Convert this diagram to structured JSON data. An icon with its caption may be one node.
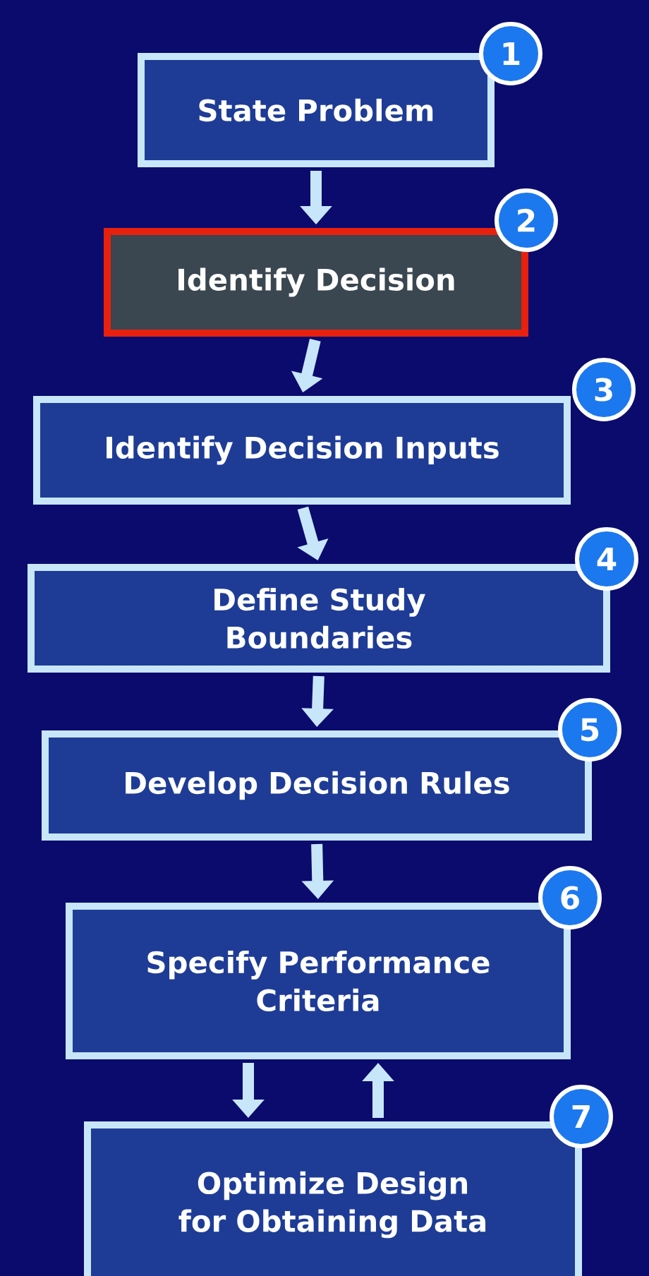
{
  "diagram": {
    "nodes": [
      {
        "text": [
          "1"
        ]
      },
      {
        "text": [
          "State Problem"
        ]
      },
      {
        "text": [
          "2"
        ]
      },
      {
        "text": [
          "Identify Decision"
        ]
      },
      {
        "text": [
          "3"
        ]
      },
      {
        "text": [
          "Identify Decision Inputs"
        ]
      },
      {
        "text": [
          "4"
        ]
      },
      {
        "text": [
          "Define Study Boundaries"
        ]
      },
      {
        "text": [
          "5"
        ]
      },
      {
        "text": [
          "Develop Decision Rules"
        ]
      },
      {
        "text": [
          "6"
        ]
      },
      {
        "text": [
          "Specify Performance Criteria"
        ]
      },
      {
        "text": [
          "7"
        ]
      },
      {
        "text": [
          "Optimize Design for Obtaining Data"
        ]
      }
    ],
    "edges": [
      {
        "from": 1,
        "to": 3,
        "arrow": "to"
      },
      {
        "from": 3,
        "to": 5,
        "arrow": "to"
      },
      {
        "from": 5,
        "to": 7,
        "arrow": "to"
      },
      {
        "from": 7,
        "to": 9,
        "arrow": "to"
      },
      {
        "from": 9,
        "to": 11,
        "arrow": "to"
      },
      {
        "from": 11,
        "to": 13,
        "arrow": "to"
      },
      {
        "from": 13,
        "to": 11,
        "arrow": "to"
      }
    ]
  }
}
